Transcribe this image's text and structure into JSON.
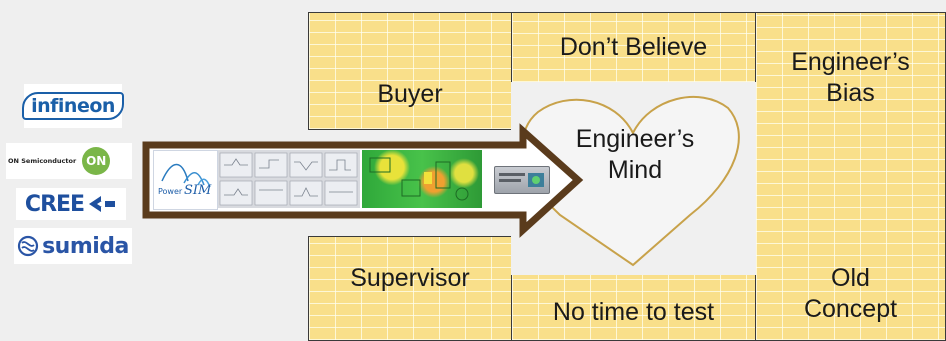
{
  "boxes": {
    "buyer": "Buyer",
    "dont_believe": "Don’t Believe",
    "engineers_bias_line1": "Engineer’s",
    "engineers_bias_line2": "Bias",
    "supervisor": "Supervisor",
    "no_time": "No time to test",
    "old_concept_line1": "Old",
    "old_concept_line2": "Concept"
  },
  "heart": {
    "line1": "Engineer’s",
    "line2": "Mind"
  },
  "logos": {
    "infineon": "infineon",
    "on_semi": "ON Semiconductor",
    "on_badge": "ON",
    "cree": "CREE",
    "sumida": "sumida"
  },
  "powersim": {
    "power": "Power",
    "sim": "SIM"
  },
  "colors": {
    "brick": "#f9df8a",
    "arrow": "#5a3b1c",
    "heart_stroke": "#c8a24a",
    "infineon_blue": "#1a5fa8",
    "on_green": "#7ab648",
    "cree_blue": "#1e4f9e",
    "sumida_blue": "#2a55a6"
  }
}
